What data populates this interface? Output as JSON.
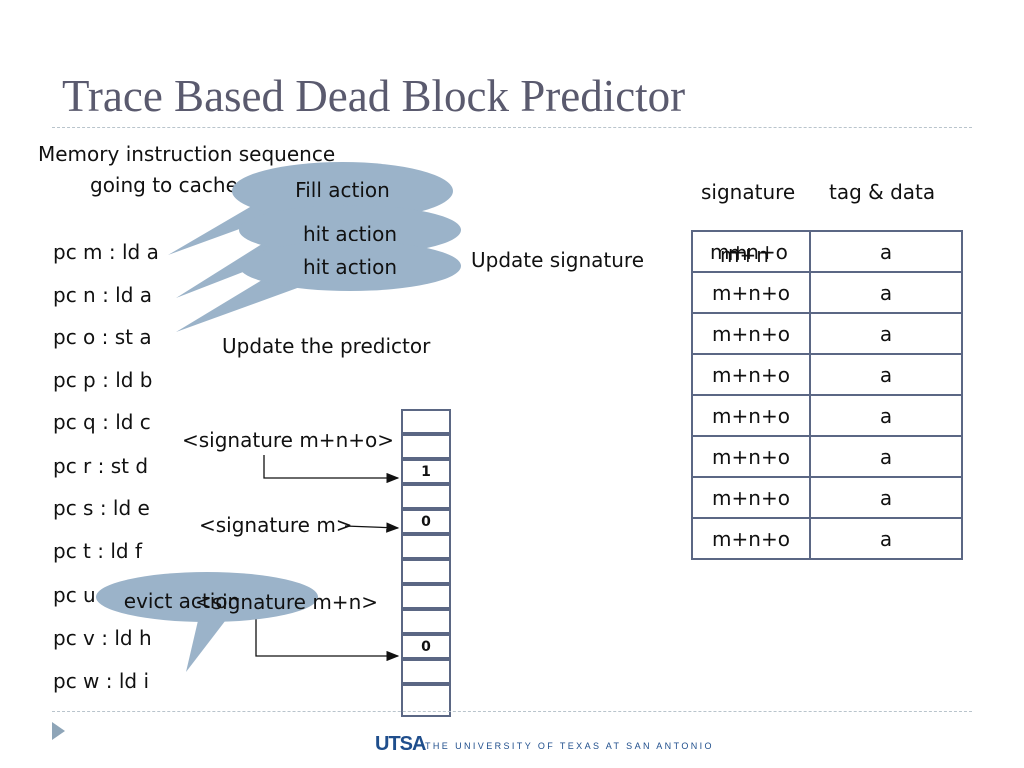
{
  "slide": {
    "title": "Trace Based Dead Block Predictor",
    "mem_seq_line1": "Memory instruction sequence",
    "mem_seq_line2": "going to cache",
    "instructions": [
      "pc m : ld a",
      "pc n : ld a",
      "pc o : st a",
      "pc p : ld b",
      "pc q : ld c",
      "pc r : st d",
      "pc s : ld e",
      "pc t : ld f",
      "pc u",
      "pc v : ld h",
      "pc w : ld i"
    ],
    "callouts": {
      "fill": "Fill action",
      "hit1": "hit action",
      "hit2": "hit action",
      "evict": "evict action"
    },
    "update_signature": "Update signature",
    "update_predictor": "Update the predictor",
    "signature_labels": {
      "s1": "<signature m+n+o>",
      "s2": "<signature m>",
      "s3": "<signature m+n>"
    },
    "predictor_cells": [
      "",
      "",
      "1",
      "",
      "0",
      "",
      "",
      "",
      "",
      "0",
      "",
      ""
    ],
    "cache_headers": {
      "signature": "signature",
      "tag_data": "tag & data"
    },
    "cache_overlap_labels": [
      "m",
      "m+n",
      "m+n+o"
    ],
    "cache_rows": [
      {
        "signature": "",
        "tag": "a"
      },
      {
        "signature": "m+n+o",
        "tag": "a"
      },
      {
        "signature": "m+n+o",
        "tag": "a"
      },
      {
        "signature": "m+n+o",
        "tag": "a"
      },
      {
        "signature": "m+n+o",
        "tag": "a"
      },
      {
        "signature": "m+n+o",
        "tag": "a"
      },
      {
        "signature": "m+n+o",
        "tag": "a"
      },
      {
        "signature": "m+n+o",
        "tag": "a"
      }
    ],
    "footer": {
      "logo": "UTSA",
      "university": "THE UNIVERSITY OF TEXAS AT SAN ANTONIO"
    }
  },
  "colors": {
    "callout_fill": "#9bb3c9",
    "title": "#5a5a6e",
    "table_border": "#5b6784",
    "logo": "#1f4e8c"
  }
}
